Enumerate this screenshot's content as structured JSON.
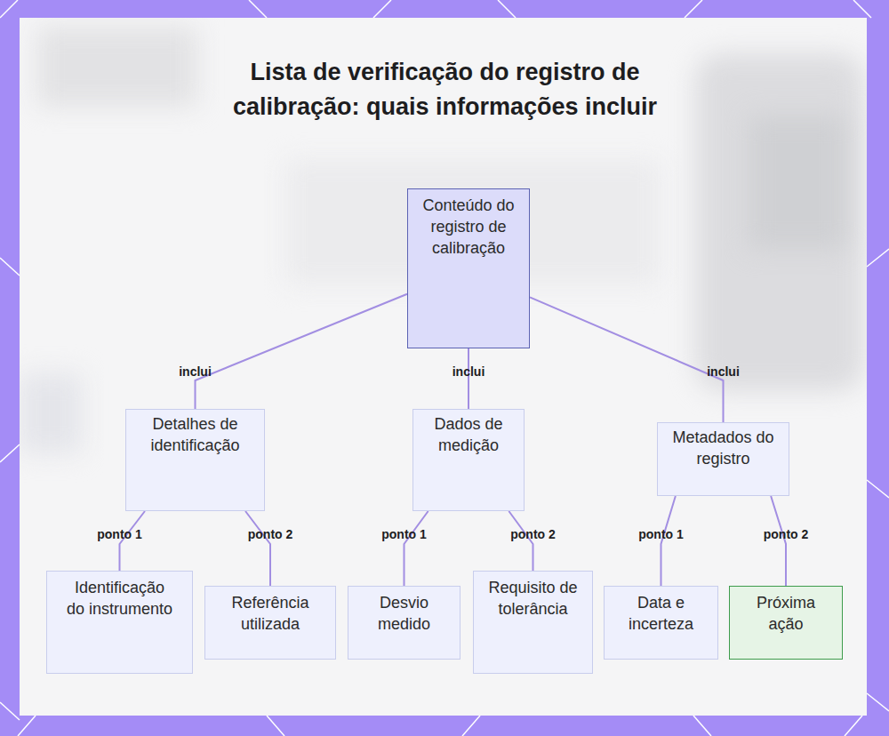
{
  "diagram": {
    "title": "Lista de verificação do registro de calibração: quais informações incluir",
    "nodes": [
      {
        "text": [
          "Conteúdo do registro de calibração"
        ]
      },
      {
        "text": [
          "Detalhes de identificação"
        ]
      },
      {
        "text": [
          "Dados de medição"
        ]
      },
      {
        "text": [
          "Metadados do registro"
        ]
      },
      {
        "text": [
          "Identificação do instrumento"
        ]
      },
      {
        "text": [
          "Referência utilizada"
        ]
      },
      {
        "text": [
          "Desvio medido"
        ]
      },
      {
        "text": [
          "Requisito de tolerância"
        ]
      },
      {
        "text": [
          "Data e incerteza"
        ]
      },
      {
        "text": [
          "Próxima ação"
        ]
      }
    ],
    "edges": [
      {
        "from": 0,
        "to": 1,
        "label": "inclui",
        "arrow": "none"
      },
      {
        "from": 0,
        "to": 2,
        "label": "inclui",
        "arrow": "none"
      },
      {
        "from": 0,
        "to": 3,
        "label": "inclui",
        "arrow": "none"
      },
      {
        "from": 1,
        "to": 4,
        "label": "ponto 1",
        "arrow": "none"
      },
      {
        "from": 1,
        "to": 5,
        "label": "ponto 2",
        "arrow": "none"
      },
      {
        "from": 2,
        "to": 6,
        "label": "ponto 1",
        "arrow": "none"
      },
      {
        "from": 2,
        "to": 7,
        "label": "ponto 2",
        "arrow": "none"
      },
      {
        "from": 3,
        "to": 8,
        "label": "ponto 1",
        "arrow": "none"
      },
      {
        "from": 3,
        "to": 9,
        "label": "ponto 2",
        "arrow": "none"
      }
    ]
  }
}
